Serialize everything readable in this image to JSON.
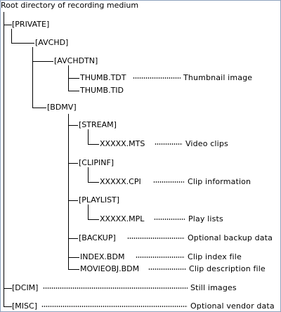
{
  "title": "Root directory of recording medium",
  "tree": {
    "private": "[PRIVATE]",
    "avchd": "[AVCHD]",
    "avchdtn": "[AVCHDTN]",
    "thumb_tdt": "THUMB.TDT",
    "thumb_tdt_desc": "Thumbnail image",
    "thumb_tid": "THUMB.TID",
    "bdmv": "[BDMV]",
    "stream": "[STREAM]",
    "mts": "XXXXX.MTS",
    "mts_desc": "Video clips",
    "clipinf": "[CLIPINF]",
    "cpi": "XXXXX.CPI",
    "cpi_desc": "Clip information",
    "playlist": "[PLAYLIST]",
    "mpl": "XXXXX.MPL",
    "mpl_desc": "Play lists",
    "backup": "[BACKUP]",
    "backup_desc": "Optional backup data",
    "index_bdm": "INDEX.BDM",
    "index_bdm_desc": "Clip index file",
    "movieobj_bdm": "MOVIEOBJ.BDM",
    "movieobj_bdm_desc": "Clip description file",
    "dcim": "[DCIM]",
    "dcim_desc": "Still images",
    "misc": "[MISC]",
    "misc_desc": "Optional vendor data"
  }
}
